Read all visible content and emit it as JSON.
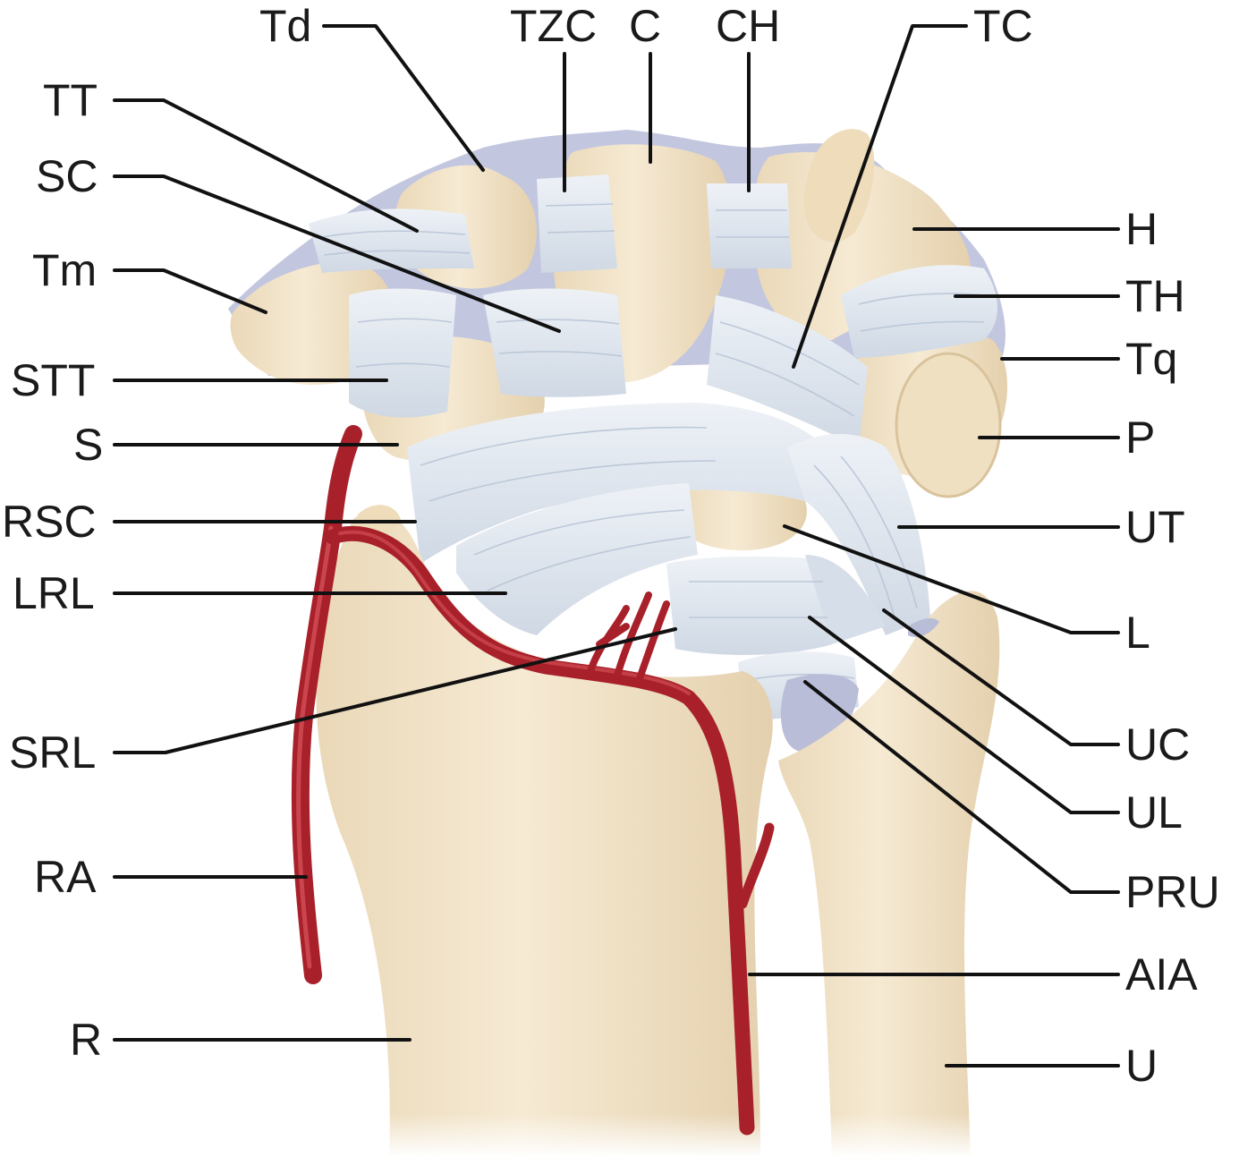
{
  "colors": {
    "bone": "#f1e3c8",
    "bone_shade": "#e6d3b1",
    "ligament": "#dfe6ef",
    "cartilage": "#b9bdd8",
    "artery": "#b0202a",
    "artery_highlight": "#d9555c",
    "label": "#1a1a1a"
  },
  "labels": {
    "Td": "Td",
    "TZC": "TZC",
    "C": "C",
    "CH": "CH",
    "TC": "TC",
    "TT": "TT",
    "SC": "SC",
    "Tm": "Tm",
    "STT": "STT",
    "S": "S",
    "RSC": "RSC",
    "LRL": "LRL",
    "SRL": "SRL",
    "RA": "RA",
    "R": "R",
    "H": "H",
    "TH": "TH",
    "Tq": "Tq",
    "P": "P",
    "UT": "UT",
    "L": "L",
    "UC": "UC",
    "UL": "UL",
    "PRU": "PRU",
    "AIA": "AIA",
    "U": "U"
  }
}
